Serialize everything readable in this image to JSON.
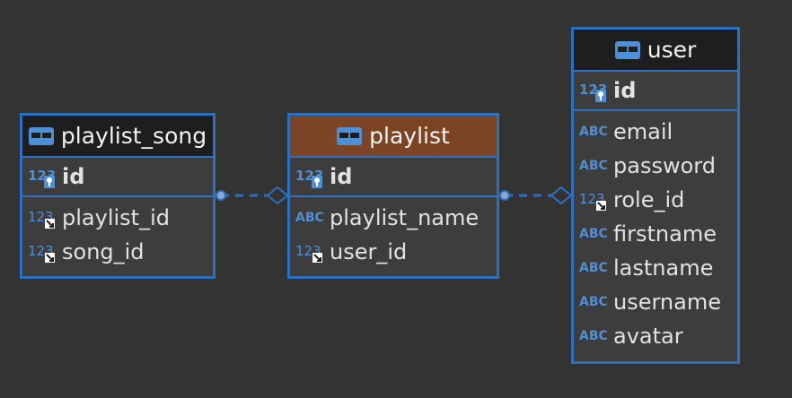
{
  "entities": {
    "playlist_song": {
      "title": "playlist_song",
      "pk": {
        "name": "id",
        "type_icon": "numeric-key-icon"
      },
      "columns": [
        {
          "name": "playlist_id",
          "type_icon": "numeric-fk-icon"
        },
        {
          "name": "song_id",
          "type_icon": "numeric-fk-icon"
        }
      ]
    },
    "playlist": {
      "title": "playlist",
      "pk": {
        "name": "id",
        "type_icon": "numeric-key-icon"
      },
      "columns": [
        {
          "name": "playlist_name",
          "type_icon": "text-abc-icon"
        },
        {
          "name": "user_id",
          "type_icon": "numeric-fk-icon"
        }
      ]
    },
    "user": {
      "title": "user",
      "pk": {
        "name": "id",
        "type_icon": "numeric-key-icon"
      },
      "columns": [
        {
          "name": "email",
          "type_icon": "text-abc-icon"
        },
        {
          "name": "password",
          "type_icon": "text-abc-icon"
        },
        {
          "name": "role_id",
          "type_icon": "numeric-fk-icon"
        },
        {
          "name": "firstname",
          "type_icon": "text-abc-icon"
        },
        {
          "name": "lastname",
          "type_icon": "text-abc-icon"
        },
        {
          "name": "username",
          "type_icon": "text-abc-icon"
        },
        {
          "name": "avatar",
          "type_icon": "text-abc-icon"
        }
      ]
    }
  },
  "icon_text": {
    "numeric": "123",
    "text": "ABC"
  },
  "relations": [
    {
      "from": "playlist_song",
      "to": "playlist"
    },
    {
      "from": "playlist",
      "to": "user"
    }
  ],
  "colors": {
    "background": "#333333",
    "border": "#2f6fc0",
    "header_default": "#1e1e1e",
    "header_selected": "#7a4425",
    "icon_blue": "#4f8fd6"
  }
}
